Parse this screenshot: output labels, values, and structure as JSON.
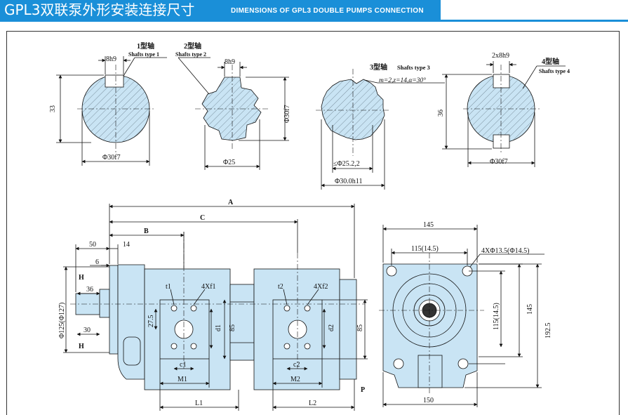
{
  "header": {
    "title_cn": "GPL3双联泵外形安装连接尺寸",
    "title_en": "DIMENSIONS OF GPL3 DOUBLE PUMPS CONNECTION"
  },
  "shafts": {
    "type1": {
      "label_cn": "1型轴",
      "label_en": "Shafts type 1",
      "key": "8h9",
      "height": "33",
      "dia": "Φ30f7"
    },
    "type2": {
      "label_cn": "2型轴",
      "label_en": "Shafts type 2",
      "key": "8h9",
      "dia_outer": "Φ30f7",
      "dia_inner": "Φ25"
    },
    "type3": {
      "label_cn": "3型轴",
      "label_en": "Shafts type 3",
      "spec": "m=2,z=14,α=30°",
      "dia_inner": "≤Φ25.2,2",
      "dia_outer": "Φ30.0h11"
    },
    "type4": {
      "label_cn": "4型轴",
      "label_en": "Shafts type 4",
      "key": "2x8h9",
      "height": "36",
      "dia": "Φ30f7"
    }
  },
  "side_view": {
    "A": "A",
    "B": "B",
    "C": "C",
    "d50": "50",
    "d14": "14",
    "d6": "6",
    "d36": "36",
    "d30": "30",
    "H": "H",
    "dia125": "Φ125(Φ127)",
    "t1": "t1",
    "t2": "t2",
    "x1": "4Xf1",
    "x2": "4Xf2",
    "d275": "27.5",
    "d1": "d1",
    "d2": "d2",
    "d85a": "85",
    "d85b": "85",
    "c1": "c1",
    "c2": "c2",
    "M1": "M1",
    "M2": "M2",
    "L1": "L1",
    "L2": "L2",
    "P": "P"
  },
  "front_view": {
    "w145": "145",
    "w115": "115(14.5)",
    "holes": "4XΦ13.5(Φ14.5)",
    "h115": "115(14.5)",
    "h145": "145",
    "h1925": "192.5",
    "w150": "150"
  }
}
